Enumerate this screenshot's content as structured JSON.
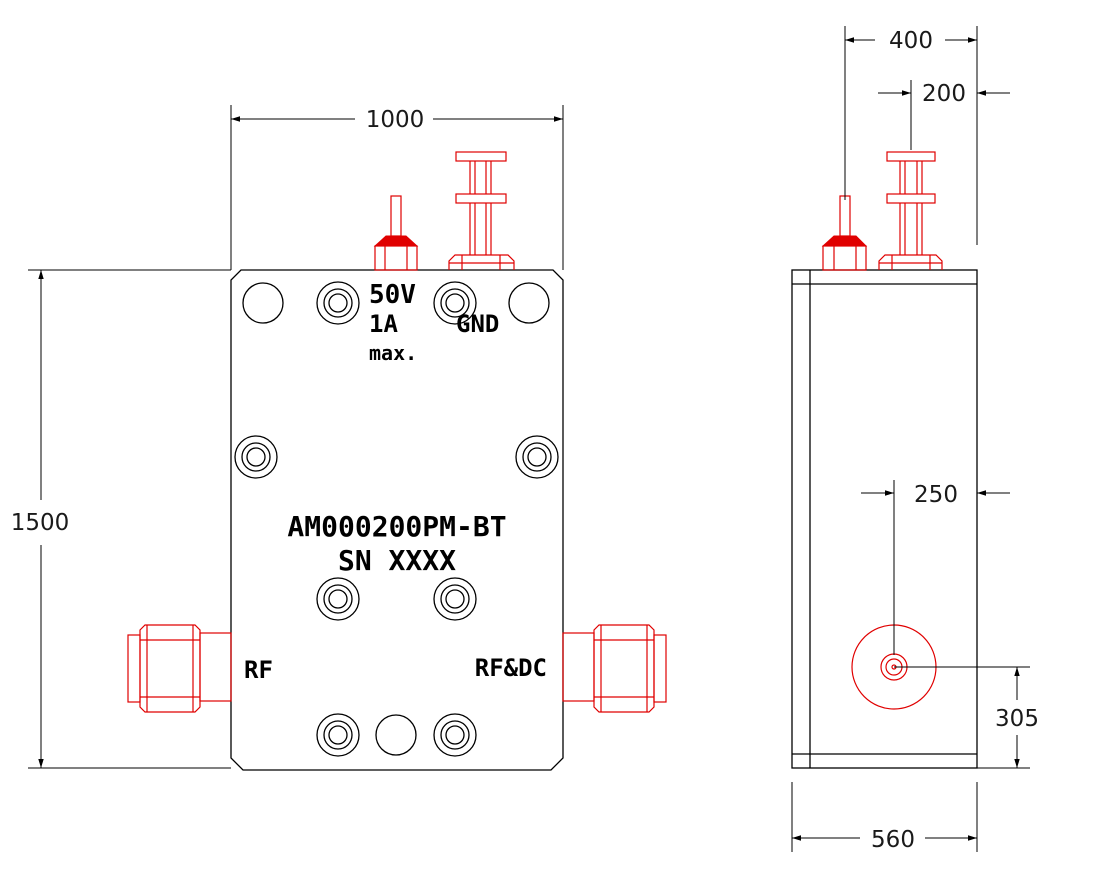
{
  "drawing": {
    "front_view": {
      "model_label": "AM000200PM-BT",
      "serial_label": "SN XXXX",
      "power_label_line1": "50V",
      "power_label_line2": "1A",
      "power_label_line3": "max.",
      "gnd_label": "GND",
      "rf_in_label": "RF",
      "rf_out_label": "RF&DC"
    },
    "dimensions": {
      "width": "1000",
      "height": "1500",
      "depth": "560",
      "feedthru_offset": "400",
      "terminal_offset": "200",
      "connector_offset": "250",
      "connector_height": "305"
    },
    "colors": {
      "outline": "#000000",
      "connector": "#e00000"
    }
  }
}
